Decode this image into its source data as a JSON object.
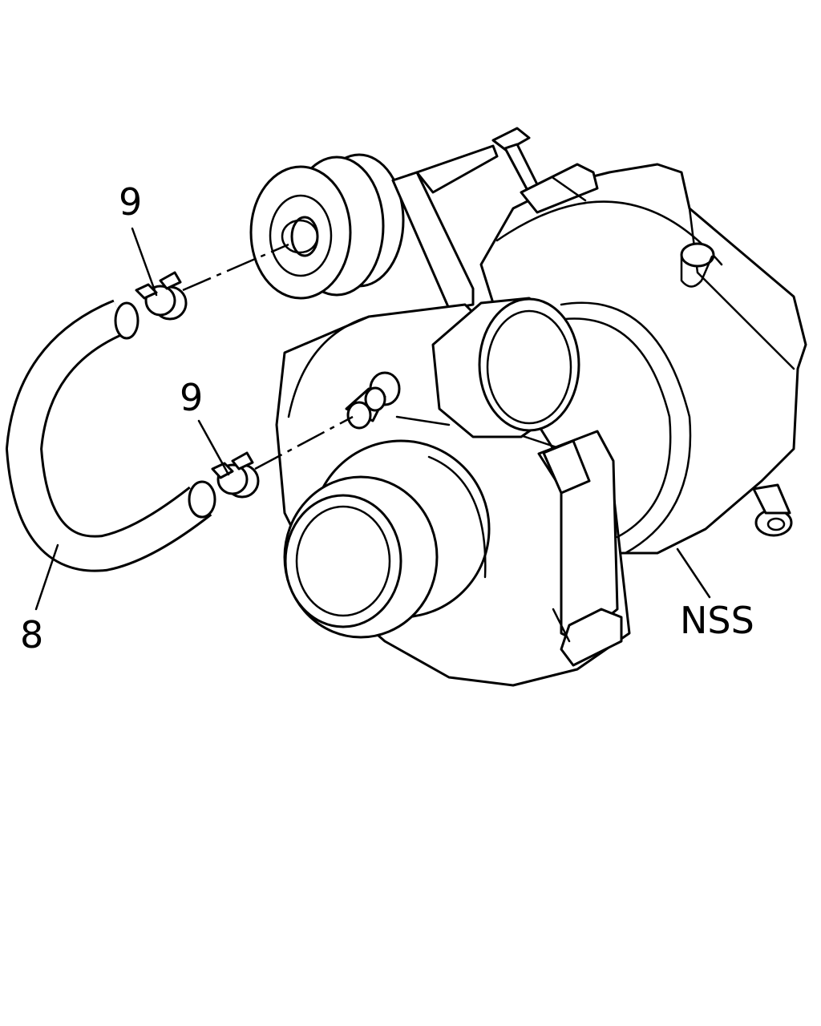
{
  "diagram": {
    "callouts": [
      {
        "id": "hose",
        "label": "8"
      },
      {
        "id": "clamp-upper",
        "label": "9"
      },
      {
        "id": "clamp-lower",
        "label": "9"
      },
      {
        "id": "turbo-assembly",
        "label": "NSS"
      }
    ]
  }
}
